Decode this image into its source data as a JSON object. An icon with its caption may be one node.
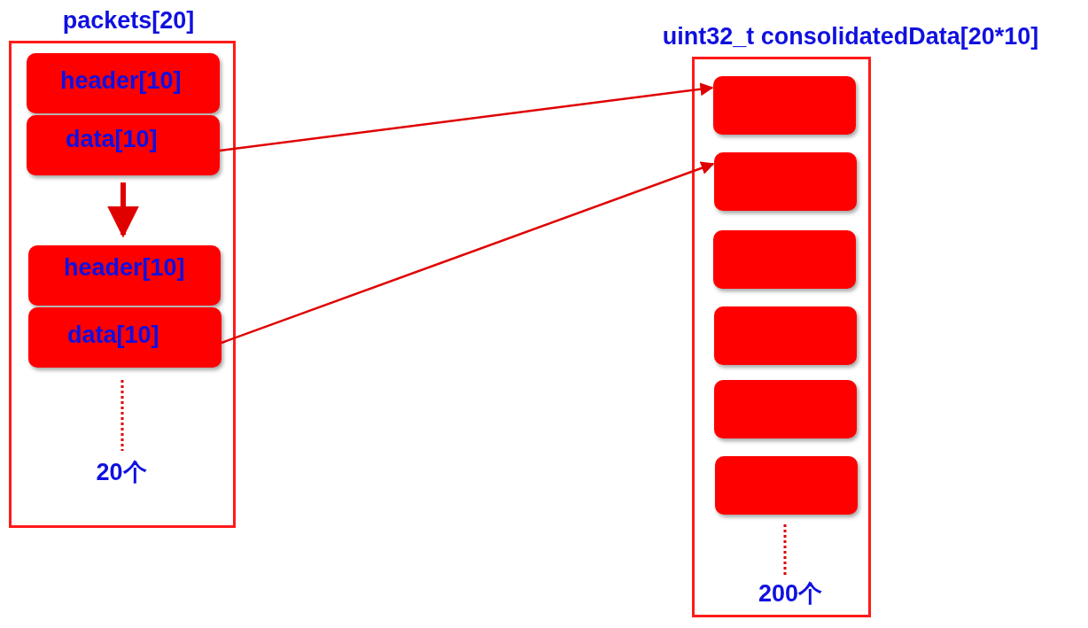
{
  "diagram": {
    "nodes": [
      {
        "text": [
          "packets[20]",
          "20个"
        ]
      },
      {
        "text": [
          "header[10]"
        ],
        "in": 0
      },
      {
        "text": [
          "data[10]"
        ],
        "in": 0
      },
      {
        "text": [
          "header[10]"
        ],
        "in": 0
      },
      {
        "text": [
          "data[10]"
        ],
        "in": 0
      },
      {
        "text": [
          "uint32_t consolidatedData[20*10]",
          "200个"
        ]
      },
      {
        "text": [],
        "shape": "box",
        "in": 5
      },
      {
        "text": [],
        "shape": "box",
        "in": 5
      },
      {
        "text": [],
        "shape": "box",
        "in": 5
      },
      {
        "text": [],
        "shape": "box",
        "in": 5
      },
      {
        "text": [],
        "shape": "box",
        "in": 5
      },
      {
        "text": [],
        "shape": "box",
        "in": 5
      }
    ],
    "edges": [
      {
        "from": 2,
        "to": 6,
        "arrow": "to"
      },
      {
        "from": 4,
        "to": 7,
        "arrow": "to"
      },
      {
        "from": 2,
        "to": 3,
        "arrow": "to",
        "style": "thick"
      }
    ]
  }
}
